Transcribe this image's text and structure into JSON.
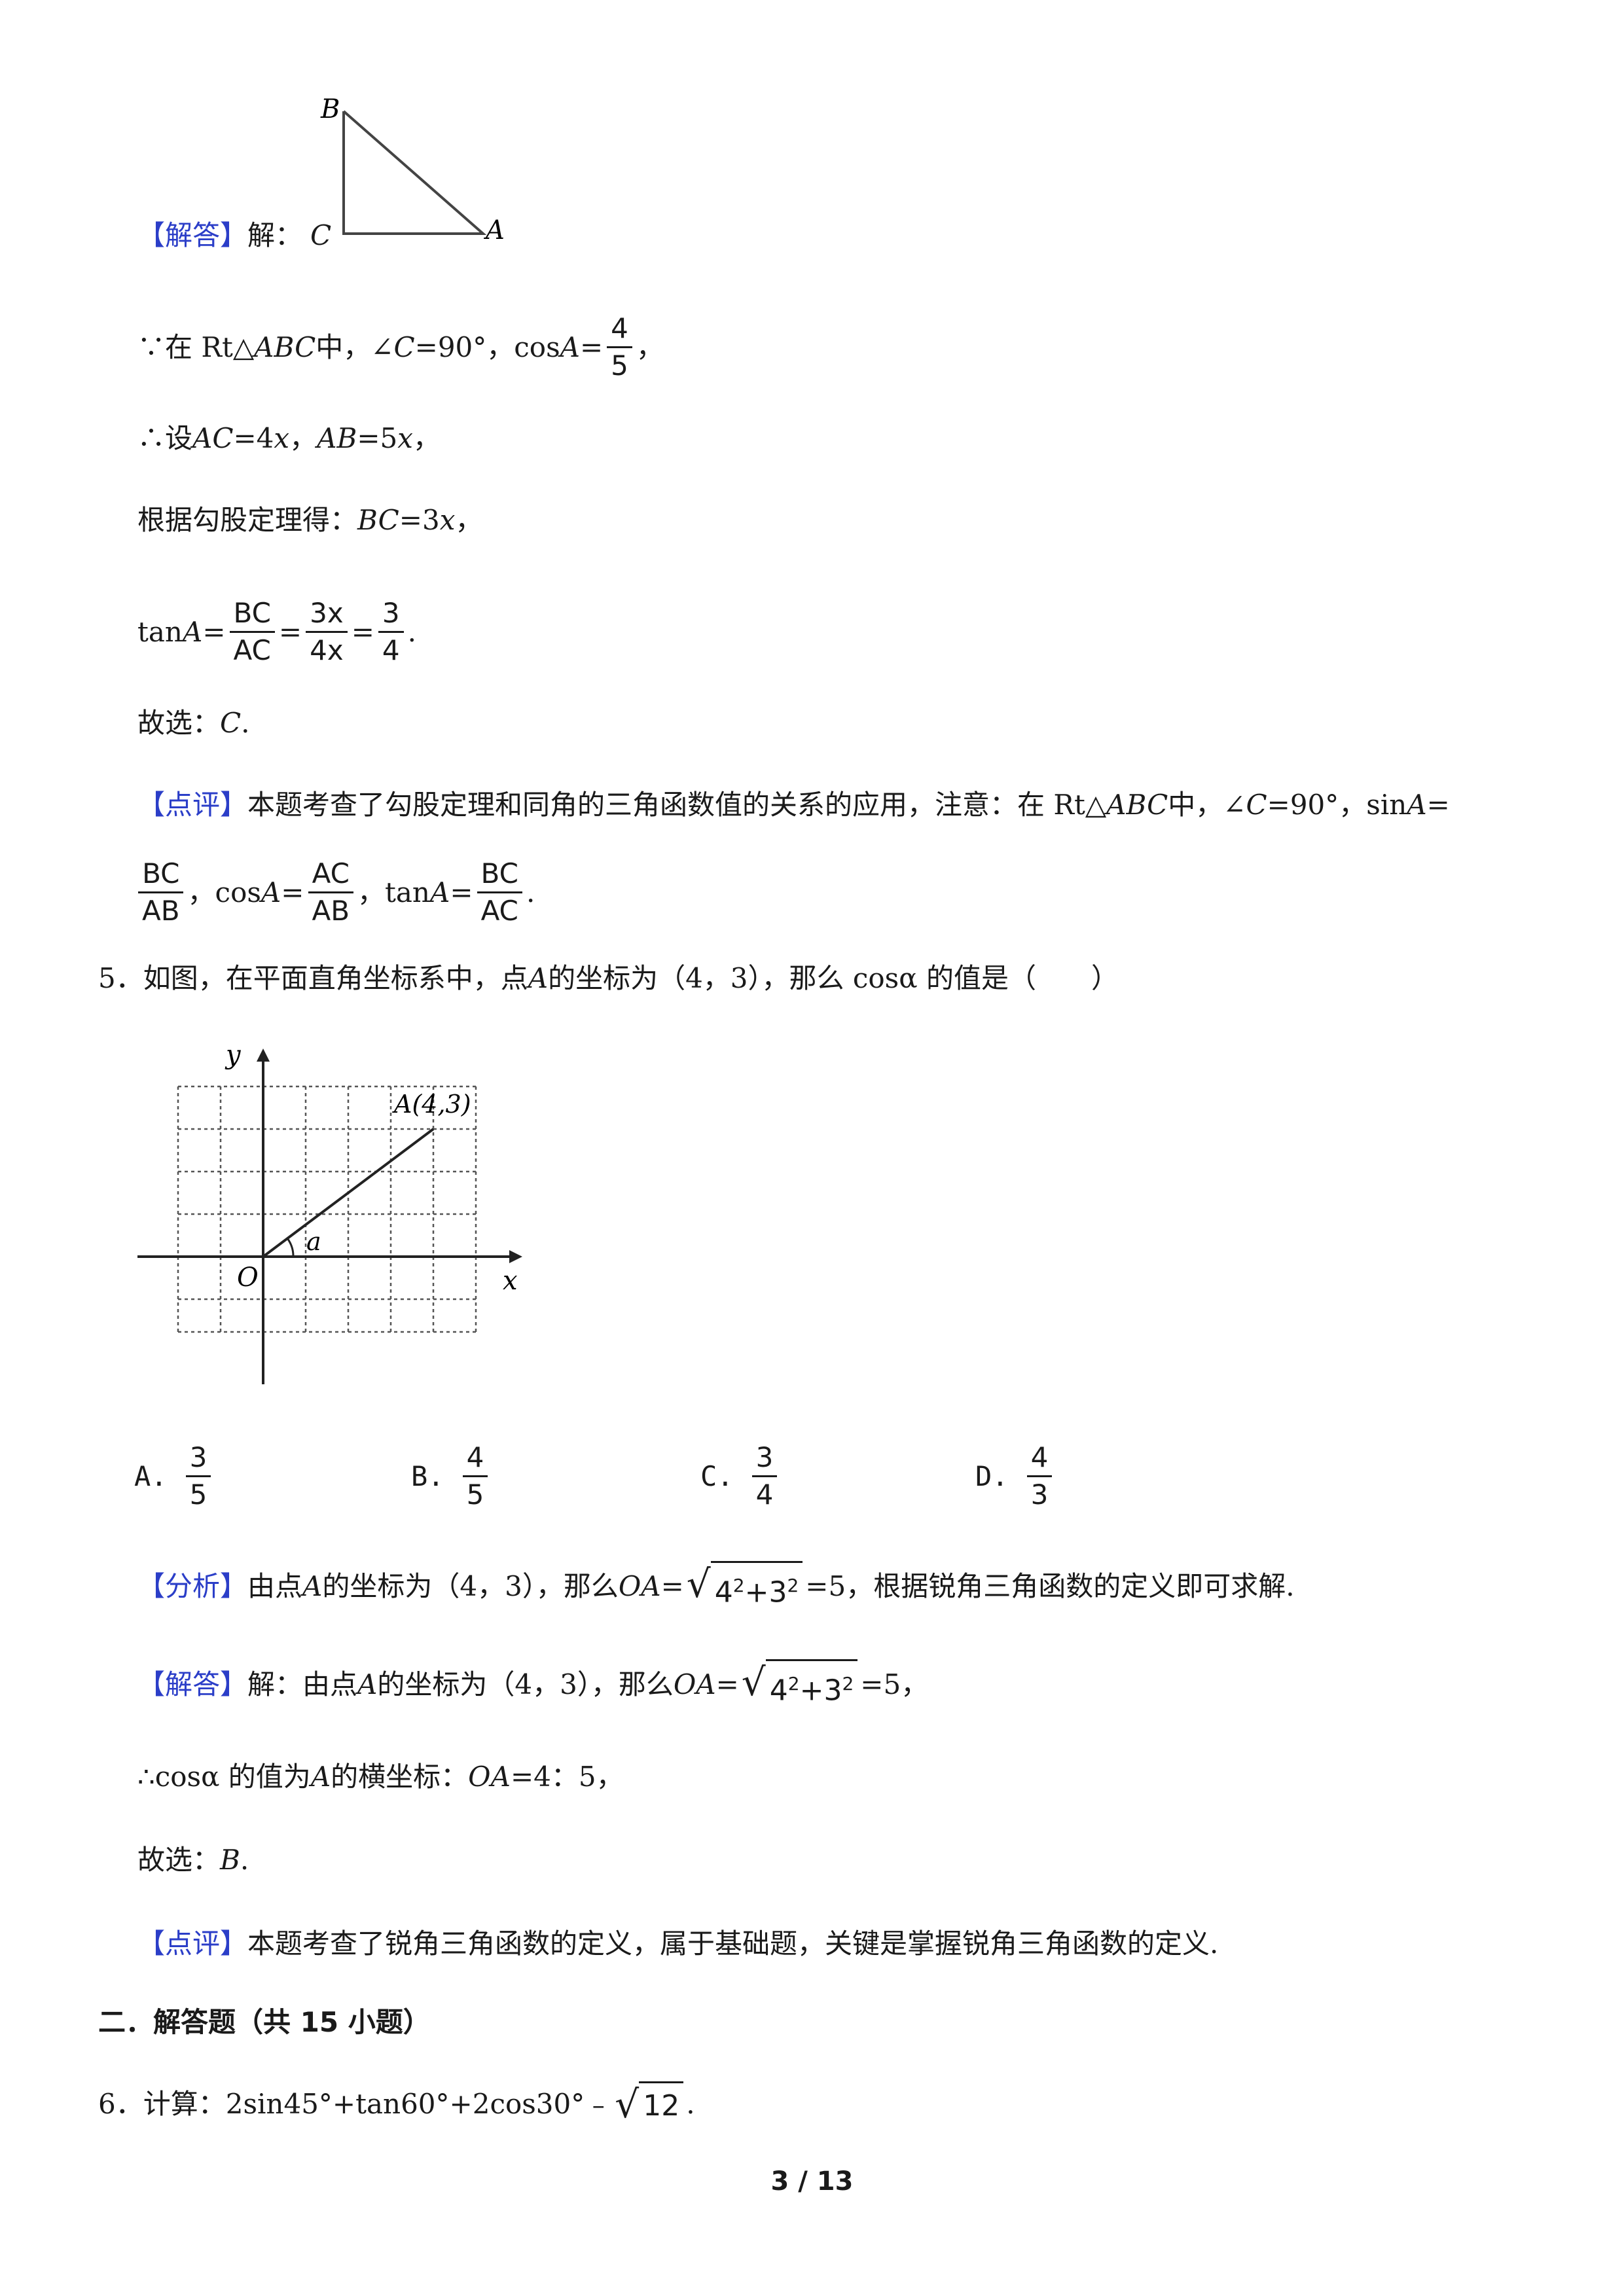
{
  "fig_triangle": {
    "B": "B",
    "C": "C",
    "A": "A"
  },
  "ans4": {
    "tag": "【解答】",
    "lead": "解：",
    "l1": {
      "pre": "∵在 Rt△",
      "abc": "ABC",
      "mid": "中，∠",
      "c": "C",
      "mid2": "=90°，cos",
      "a": "A",
      "eq": "=",
      "num": "4",
      "den": "5",
      "end": "，"
    },
    "l2": {
      "pre": "∴设 ",
      "ac": "AC",
      "v1": "=4",
      "x1": "x",
      "sep": "，",
      "ab": "AB",
      "v2": "=5",
      "x2": "x",
      "end": "，"
    },
    "l3": {
      "pre": "根据勾股定理得：",
      "bc": "BC",
      "v": "=3",
      "x": "x",
      "end": "，"
    },
    "l4": {
      "pre": "tan",
      "a": "A",
      "eq": "=",
      "f1n": "BC",
      "f1d": "AC",
      "eq2": "=",
      "f2n": "3x",
      "f2d": "4x",
      "eq3": "=",
      "f3n": "3",
      "f3d": "4",
      "end": "."
    },
    "l5": {
      "pre": "故选：",
      "c": "C",
      "end": "."
    }
  },
  "review4": {
    "tag": "【点评】",
    "text": "本题考查了勾股定理和同角的三角函数值的关系的应用，注意：在 Rt△",
    "abc": "ABC",
    "mid": "中，∠",
    "c": "C",
    "mid2": "=90°，sin",
    "a": "A",
    "eq": "=",
    "f1n": "BC",
    "f1d": "AB",
    "cos": "，cos",
    "a2": "A",
    "eq2": "=",
    "f2n": "AC",
    "f2d": "AB",
    "tan": "，tan",
    "a3": "A",
    "eq3": "=",
    "f3n": "BC",
    "f3d": "AC",
    "end": "."
  },
  "q5": {
    "text1": "5．如图，在平面直角坐标系中，点 ",
    "a": "A",
    "text2": "的坐标为（4，3），那么 cosα 的值是（　　）"
  },
  "fig_coords": {
    "y": "y",
    "x": "x",
    "o": "O",
    "point": "A(4,3)",
    "alpha": "a"
  },
  "options": [
    {
      "label": "A.",
      "num": "3",
      "den": "5"
    },
    {
      "label": "B.",
      "num": "4",
      "den": "5"
    },
    {
      "label": "C.",
      "num": "3",
      "den": "4"
    },
    {
      "label": "D.",
      "num": "4",
      "den": "3"
    }
  ],
  "analysis5": {
    "tag": "【分析】",
    "t1": "由点 ",
    "a": "A",
    "t2": "的坐标为（4，3），那么 ",
    "oa": "OA",
    "eq": "=",
    "rad": "4",
    "p": "2",
    "plus": "+3",
    "p2": "2",
    "t3": "=5，根据锐角三角函数的定义即可求解."
  },
  "ans5": {
    "tag": "【解答】",
    "t1": "解：由点 ",
    "a": "A",
    "t2": "的坐标为（4，3），那么 ",
    "oa": "OA",
    "eq": "=",
    "rad": "4",
    "p": "2",
    "plus": "+3",
    "p2": "2",
    "t3": "=5，",
    "l2": {
      "pre": "∴cosα 的值为 ",
      "a": "A",
      "mid": "的横坐标：",
      "oa": "OA",
      "end": "=4：5，"
    },
    "l3": {
      "pre": "故选：",
      "b": "B",
      "end": "."
    }
  },
  "review5": {
    "tag": "【点评】",
    "text": "本题考查了锐角三角函数的定义，属于基础题，关键是掌握锐角三角函数的定义."
  },
  "section2": "二．解答题（共 15 小题）",
  "q6": {
    "text": "6．计算：2sin45°+tan60°+2cos30°﹣",
    "rad": "12",
    "end": "."
  },
  "page": "3 / 13"
}
